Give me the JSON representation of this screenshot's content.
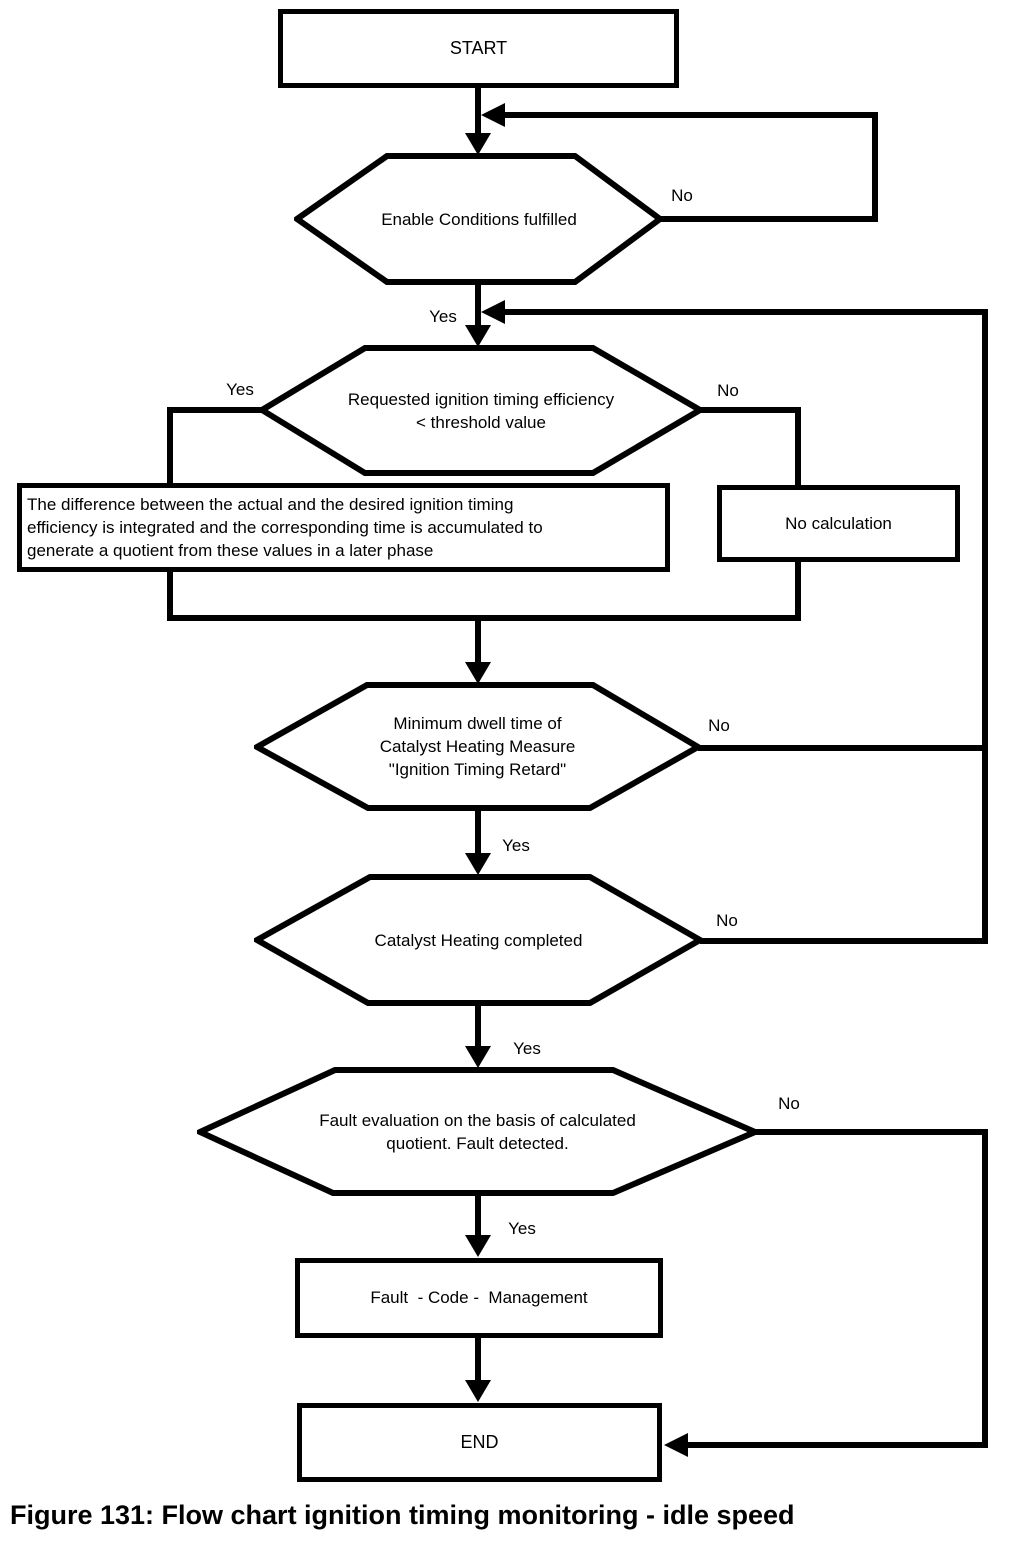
{
  "figure": {
    "caption": "Figure 131: Flow chart ignition timing monitoring - idle speed"
  },
  "nodes": {
    "start": {
      "label": "START"
    },
    "enable_conditions": {
      "label": "Enable Conditions fulfilled"
    },
    "requested_efficiency": {
      "line1": "Requested ignition timing efficiency",
      "line2": "< threshold value"
    },
    "integrate_difference": {
      "line1": "The difference between the actual and the desired ignition timing",
      "line2": "efficiency is integrated and the corresponding time is accumulated to",
      "line3": "generate a quotient from these values in a later phase"
    },
    "no_calculation": {
      "label": "No calculation"
    },
    "min_dwell": {
      "line1": "Minimum dwell time of",
      "line2": "Catalyst Heating Measure",
      "line3": "\"Ignition Timing Retard\""
    },
    "catalyst_completed": {
      "label": "Catalyst Heating completed"
    },
    "fault_evaluation": {
      "line1": "Fault evaluation on the basis of calculated",
      "line2": "quotient. Fault detected."
    },
    "fault_code": {
      "label": "Fault  - Code -  Management"
    },
    "end": {
      "label": "END"
    }
  },
  "edge_labels": {
    "enable_no": "No",
    "enable_yes": "Yes",
    "requested_yes": "Yes",
    "requested_no": "No",
    "min_dwell_no": "No",
    "min_dwell_yes": "Yes",
    "catalyst_no": "No",
    "catalyst_yes": "Yes",
    "fault_no": "No",
    "fault_yes": "Yes"
  },
  "colors": {
    "line": "#000000",
    "background": "#ffffff"
  }
}
